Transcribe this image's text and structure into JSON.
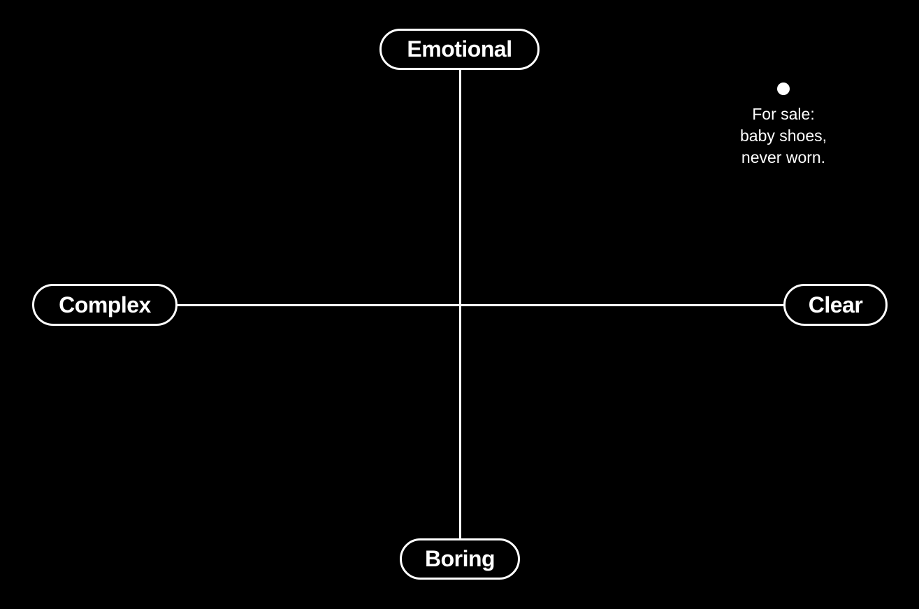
{
  "diagram": {
    "axes": {
      "top_label": "Emotional",
      "bottom_label": "Boring",
      "left_label": "Complex",
      "right_label": "Clear"
    },
    "points": [
      {
        "label_lines": [
          "For sale:",
          "baby shoes,",
          "never worn."
        ],
        "quadrant": "top-right"
      }
    ]
  },
  "colors": {
    "background": "#000000",
    "foreground": "#ffffff"
  }
}
